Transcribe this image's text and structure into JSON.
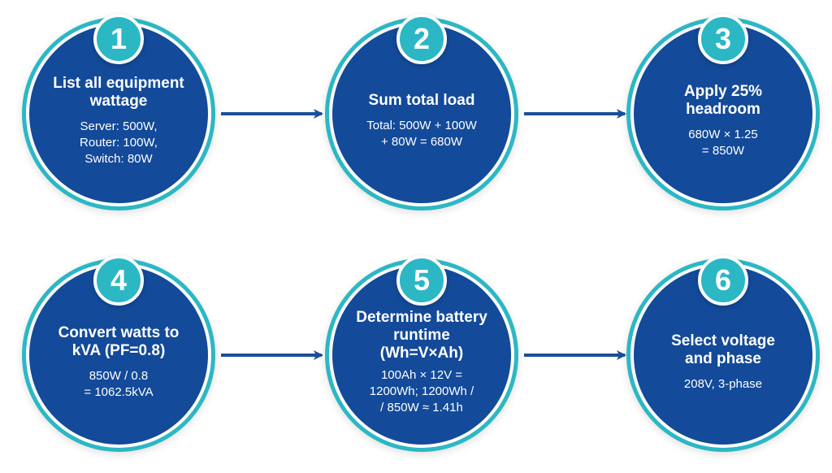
{
  "steps": [
    {
      "number": "1",
      "title": "List all equipment\nwattage",
      "detail": "Server: 500W,\nRouter: 100W,\nSwitch: 80W"
    },
    {
      "number": "2",
      "title": "Sum total load",
      "detail": "Total: 500W + 100W\n+ 80W = 680W"
    },
    {
      "number": "3",
      "title": "Apply 25%\nheadroom",
      "detail": "680W × 1.25\n= 850W"
    },
    {
      "number": "4",
      "title": "Convert watts to\nkVA (PF=0.8)",
      "detail": "850W / 0.8\n= 1062.5kVA"
    },
    {
      "number": "5",
      "title": "Determine battery\nruntime\n(Wh=V×Ah)",
      "detail": "100Ah × 12V =\n1200Wh; 1200Wh /\n/ 850W ≈ 1.41h"
    },
    {
      "number": "6",
      "title": "Select voltage\nand phase",
      "detail": "208V, 3-phase"
    }
  ],
  "colors": {
    "circle_fill": "#134a99",
    "ring": "#2cb7c4",
    "badge": "#2cb7c4",
    "arrow": "#1b4f9a",
    "text": "#ffffff"
  }
}
